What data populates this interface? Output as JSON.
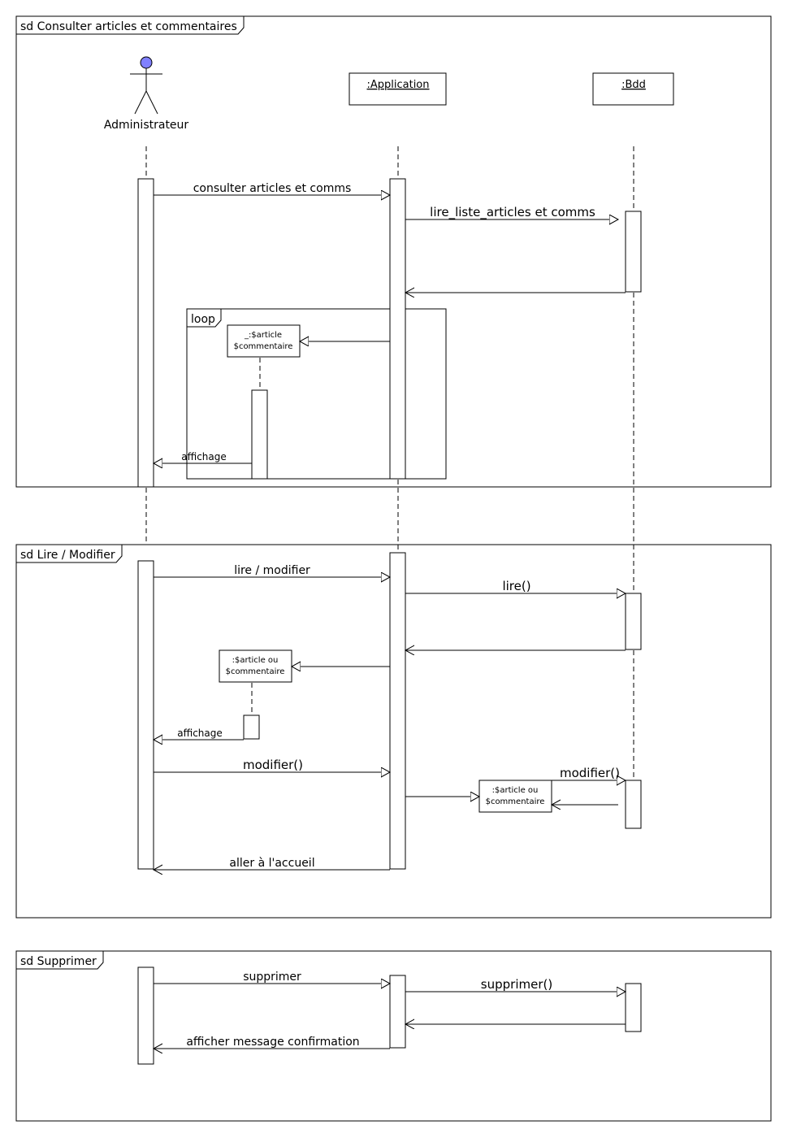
{
  "frames": {
    "consult": {
      "title": "sd Consulter articles et commentaires"
    },
    "read_modify": {
      "title": "sd Lire / Modifier"
    },
    "delete": {
      "title": "sd Supprimer"
    }
  },
  "loop": {
    "label": "loop"
  },
  "actors": {
    "admin": {
      "label": "Administrateur",
      "head_color": "#8080ff"
    }
  },
  "objects": {
    "application": {
      "label": ":Application"
    },
    "bdd": {
      "label": ":Bdd"
    },
    "article_loop": {
      "line1": "_:$article",
      "line2": "$commentaire"
    },
    "article_read": {
      "line1": ":$article ou",
      "line2": "$commentaire"
    },
    "article_modify": {
      "line1": ":$article ou",
      "line2": "$commentaire"
    }
  },
  "messages": {
    "consulter": "consulter articles et comms",
    "lire_liste": "lire_liste_articles et comms",
    "affichage_loop": "affichage",
    "lire_modifier": "lire / modifier",
    "lire": "lire()",
    "affichage_read": "affichage",
    "modifier_app": "modifier()",
    "modifier_bdd": "modifier()",
    "aller_accueil": "aller à l'accueil",
    "supprimer_app": "supprimer",
    "supprimer_bdd": "supprimer()",
    "afficher_confirmation": "afficher message confirmation"
  }
}
